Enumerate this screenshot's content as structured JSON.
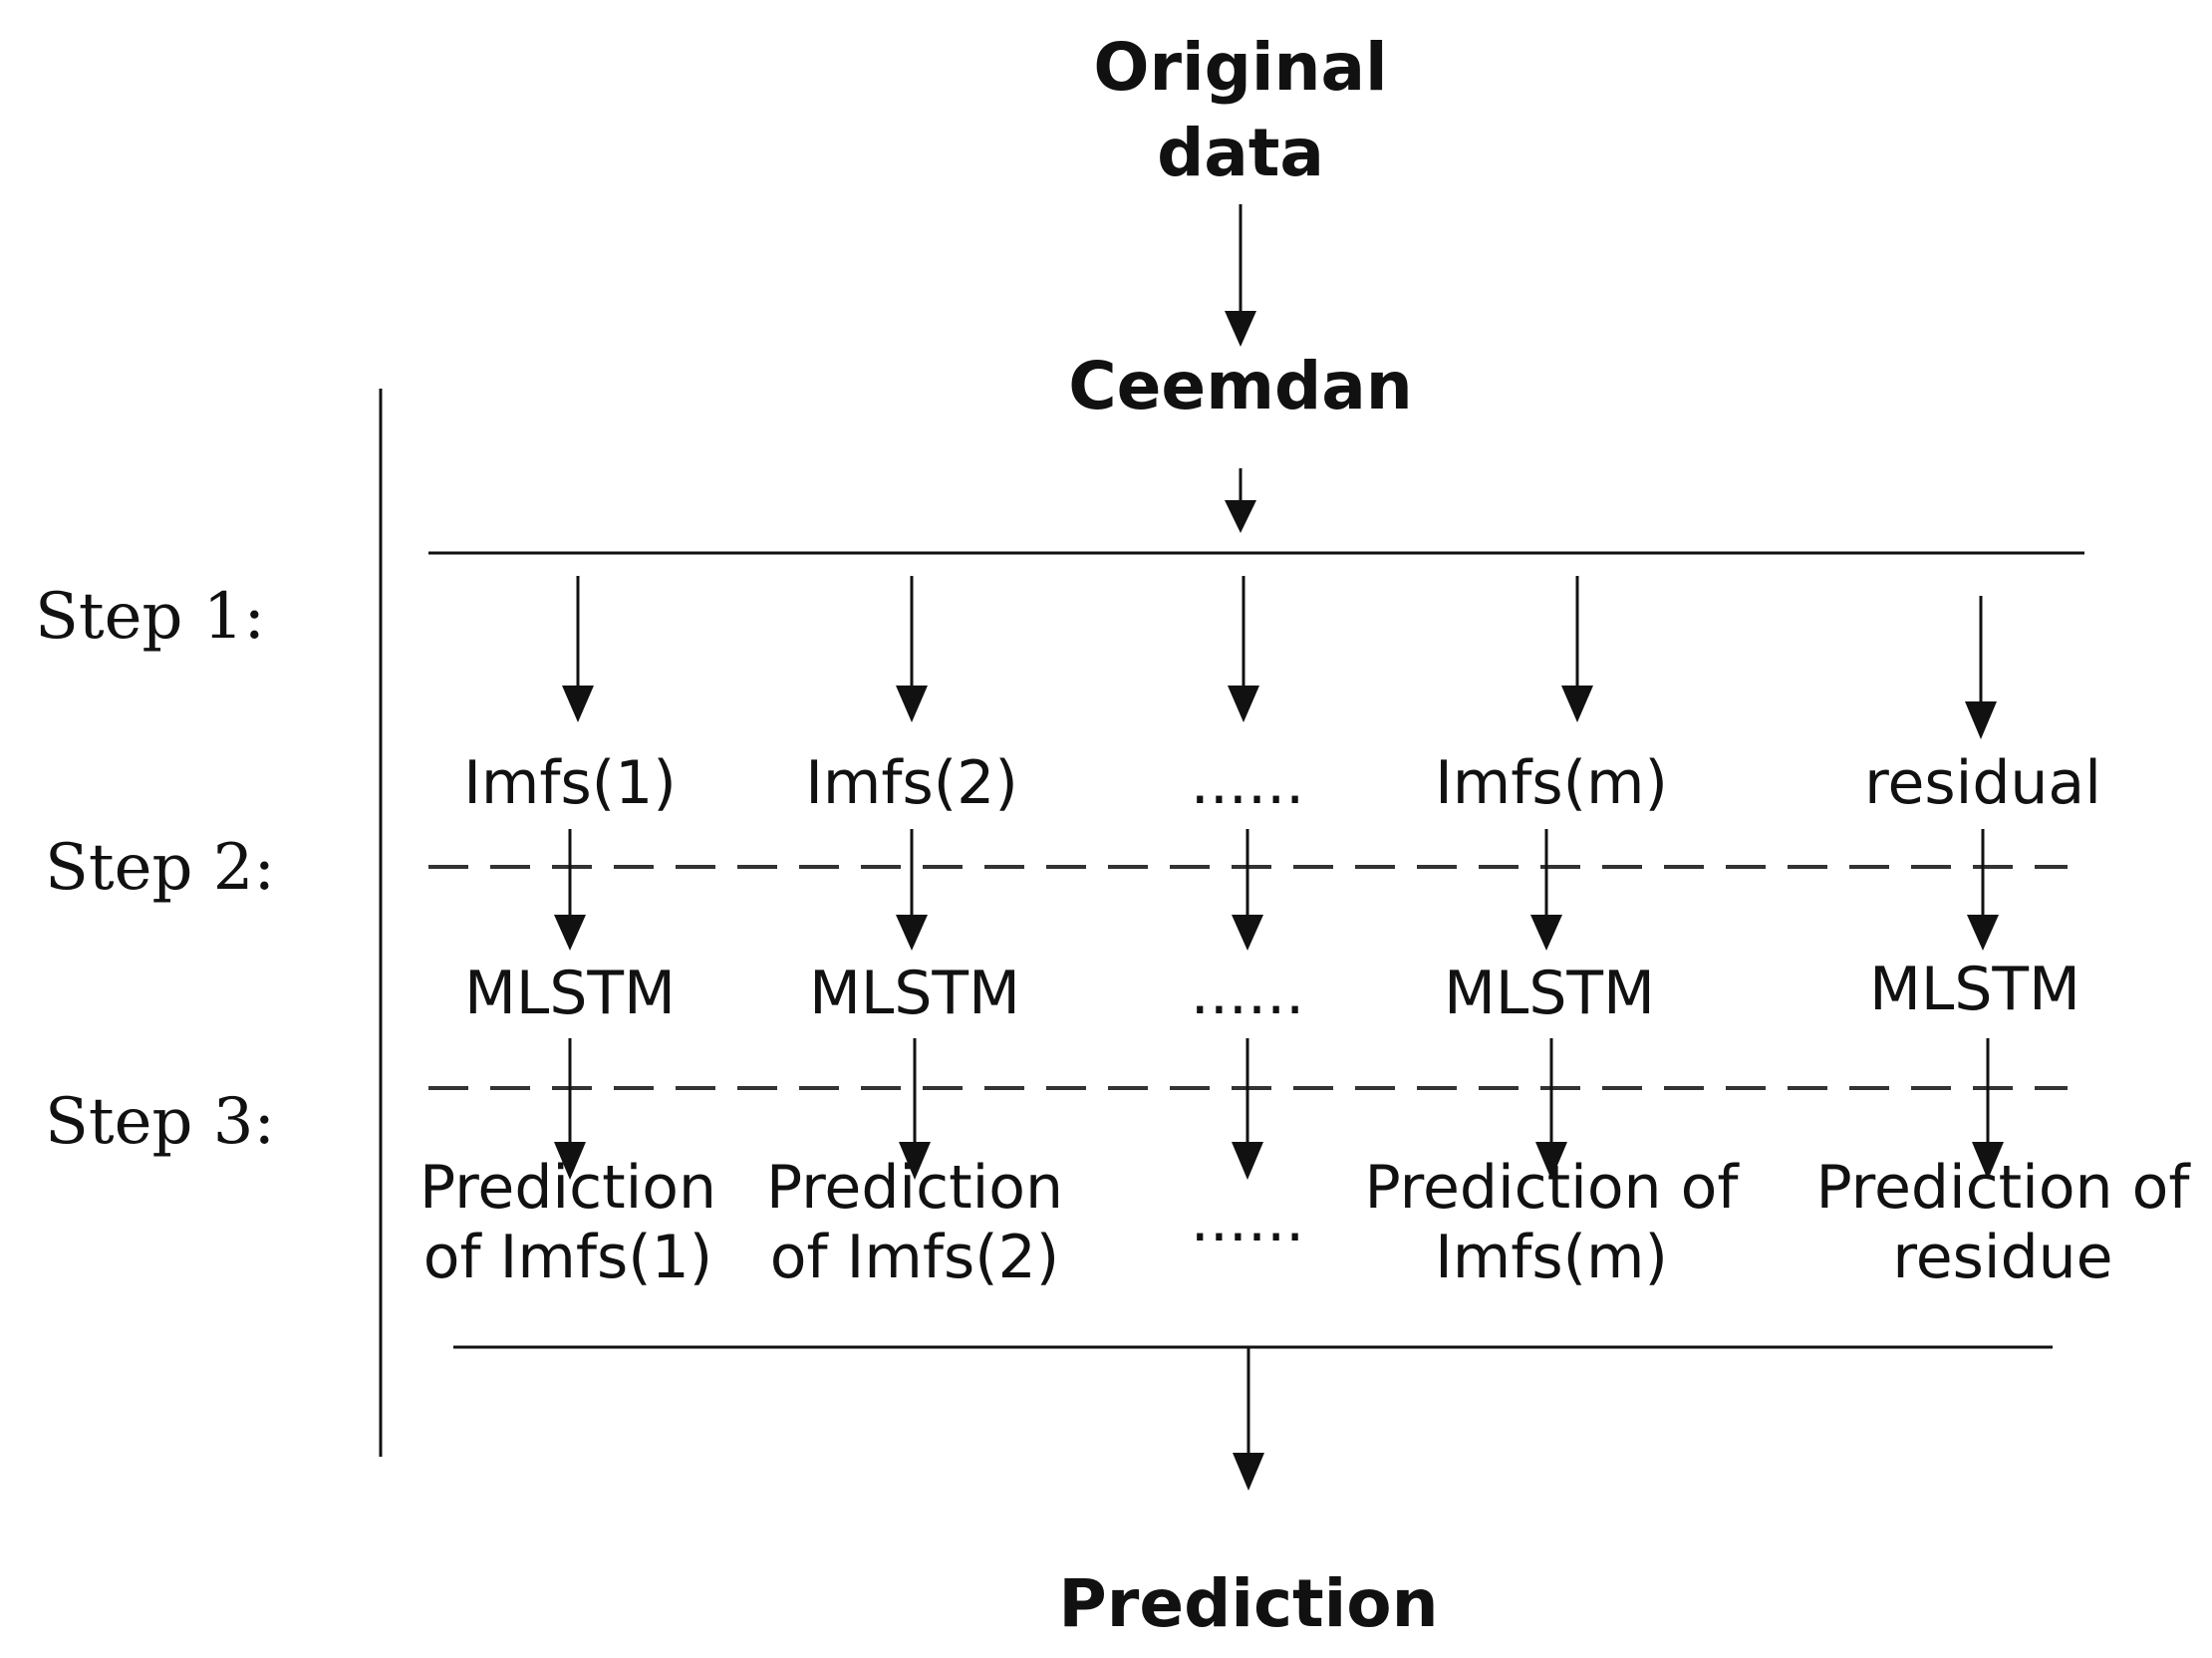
{
  "top": {
    "original_data": [
      "Original",
      "data"
    ],
    "ceemdan": "Ceemdan",
    "prediction": "Prediction"
  },
  "steps": [
    "Step  1:",
    "Step  2:",
    "Step  3:"
  ],
  "columns": [
    {
      "component": "Imfs(1)",
      "model": "MLSTM",
      "prediction": [
        "Prediction",
        "of Imfs(1)"
      ]
    },
    {
      "component": "Imfs(2)",
      "model": "MLSTM",
      "prediction": [
        "Prediction",
        "of Imfs(2)"
      ]
    },
    {
      "component": "......",
      "model": "......",
      "prediction": [
        "......"
      ]
    },
    {
      "component": "Imfs(m)",
      "model": "MLSTM",
      "prediction": [
        "Prediction of",
        "Imfs(m)"
      ]
    },
    {
      "component": "residual",
      "model": "MLSTM",
      "prediction": [
        "Prediction of",
        "residue"
      ]
    }
  ]
}
